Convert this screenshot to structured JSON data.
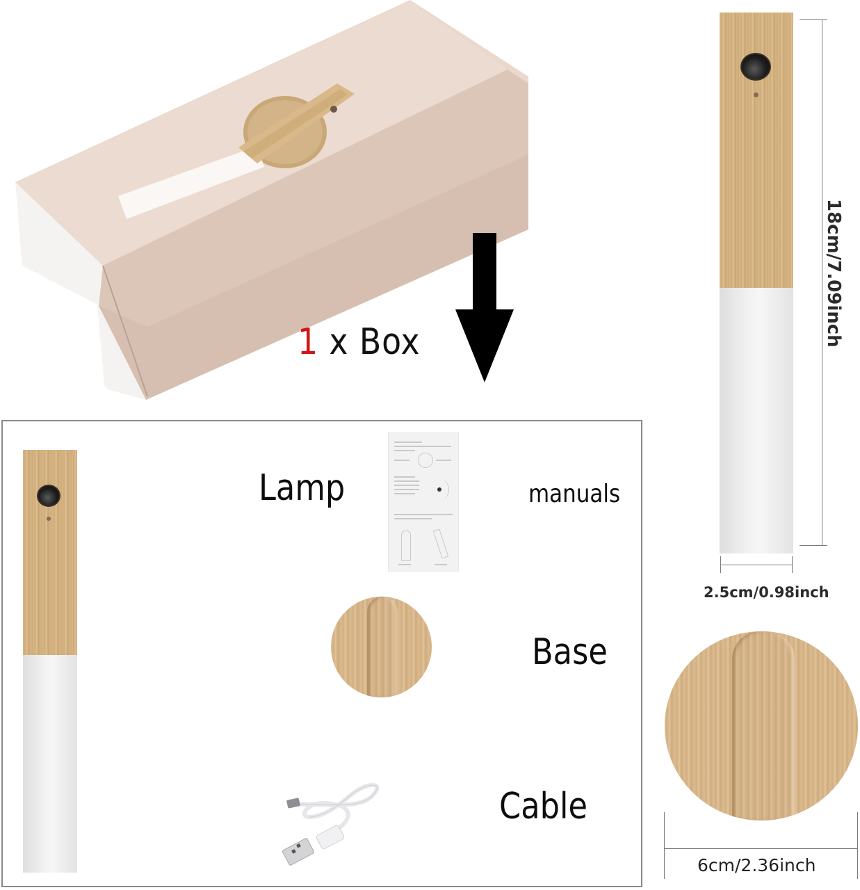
{
  "box_section": {
    "caption_quantity": "1",
    "caption_text": " x Box",
    "arrow_icon": "arrow-down-icon",
    "colors": {
      "box_top": "#ead6c9",
      "box_side": "#d9c3b5",
      "box_end": "#f4f1ef",
      "quantity_red": "#d41414"
    }
  },
  "contents_panel": {
    "items": [
      {
        "label": "Lamp",
        "image": "lamp-icon"
      },
      {
        "label": "manuals",
        "image": "manual-icon"
      },
      {
        "label": "Base",
        "image": "base-icon"
      },
      {
        "label": "Cable",
        "image": "usb-cable-icon"
      }
    ]
  },
  "dimensions": {
    "lamp_height": "18cm/7.09inch",
    "lamp_width": "2.5cm/0.98inch",
    "base_diameter": "6cm/2.36inch"
  }
}
